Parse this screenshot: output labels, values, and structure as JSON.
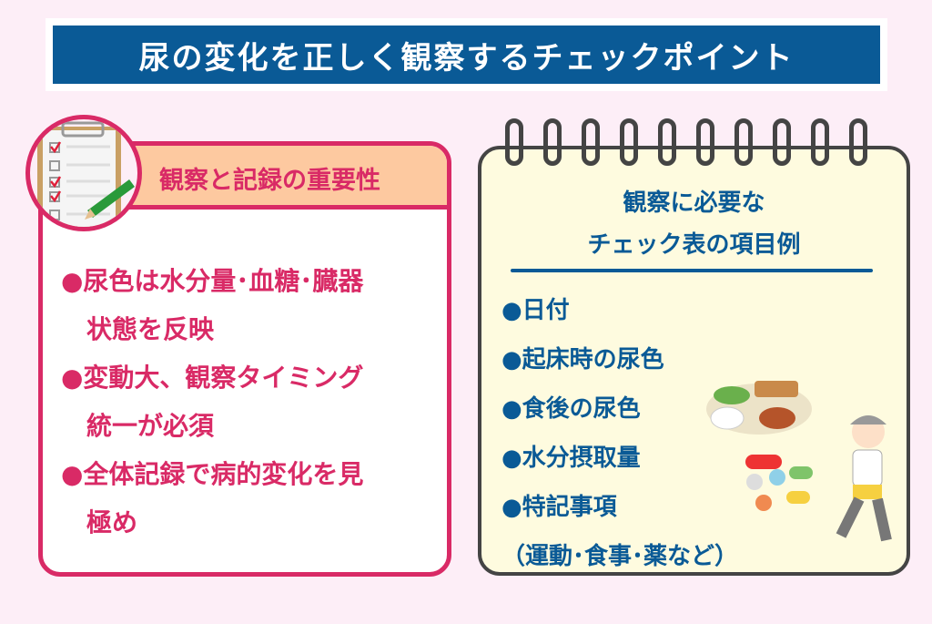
{
  "title": "尿の変化を正しく観察するチェックポイント",
  "left": {
    "heading": "観察と記録の重要性",
    "items": [
      "●尿色は水分量･血糖･臓器",
      "　状態を反映",
      "●変動大、観察タイミング",
      "　統一が必須",
      "●全体記録で病的変化を見",
      "　極め"
    ]
  },
  "right": {
    "title_line1": "観察に必要な",
    "title_line2": "チェック表の項目例",
    "items": [
      "●日付",
      "●起床時の尿色",
      "●食後の尿色",
      "●水分摂取量",
      "●特記事項",
      "（運動･食事･薬など）"
    ]
  },
  "colors": {
    "pink": "#d92a66",
    "blue": "#0a5a96",
    "peach": "#fdc9a0",
    "background": "#fdeef7"
  }
}
